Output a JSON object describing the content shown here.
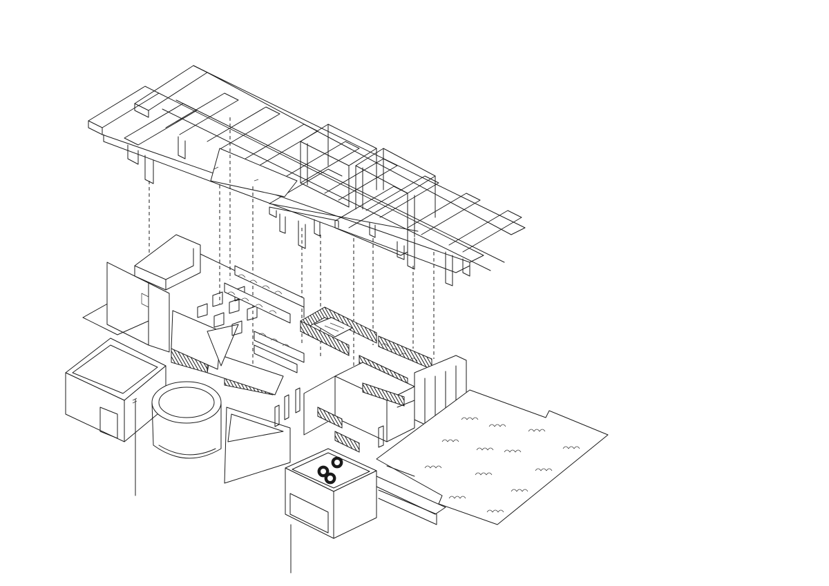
{
  "figure": {
    "kind": "exploded-axonometric-line-drawing",
    "background": "#ffffff",
    "line_color": "#1a1a1a",
    "labels": []
  },
  "components": {
    "roof_frame": "roof-beam-grid",
    "projection_lines": "dashed-drop-lines",
    "ground_floor": "building-plan-volumes",
    "landscape": "garden-terrace-with-plants"
  }
}
